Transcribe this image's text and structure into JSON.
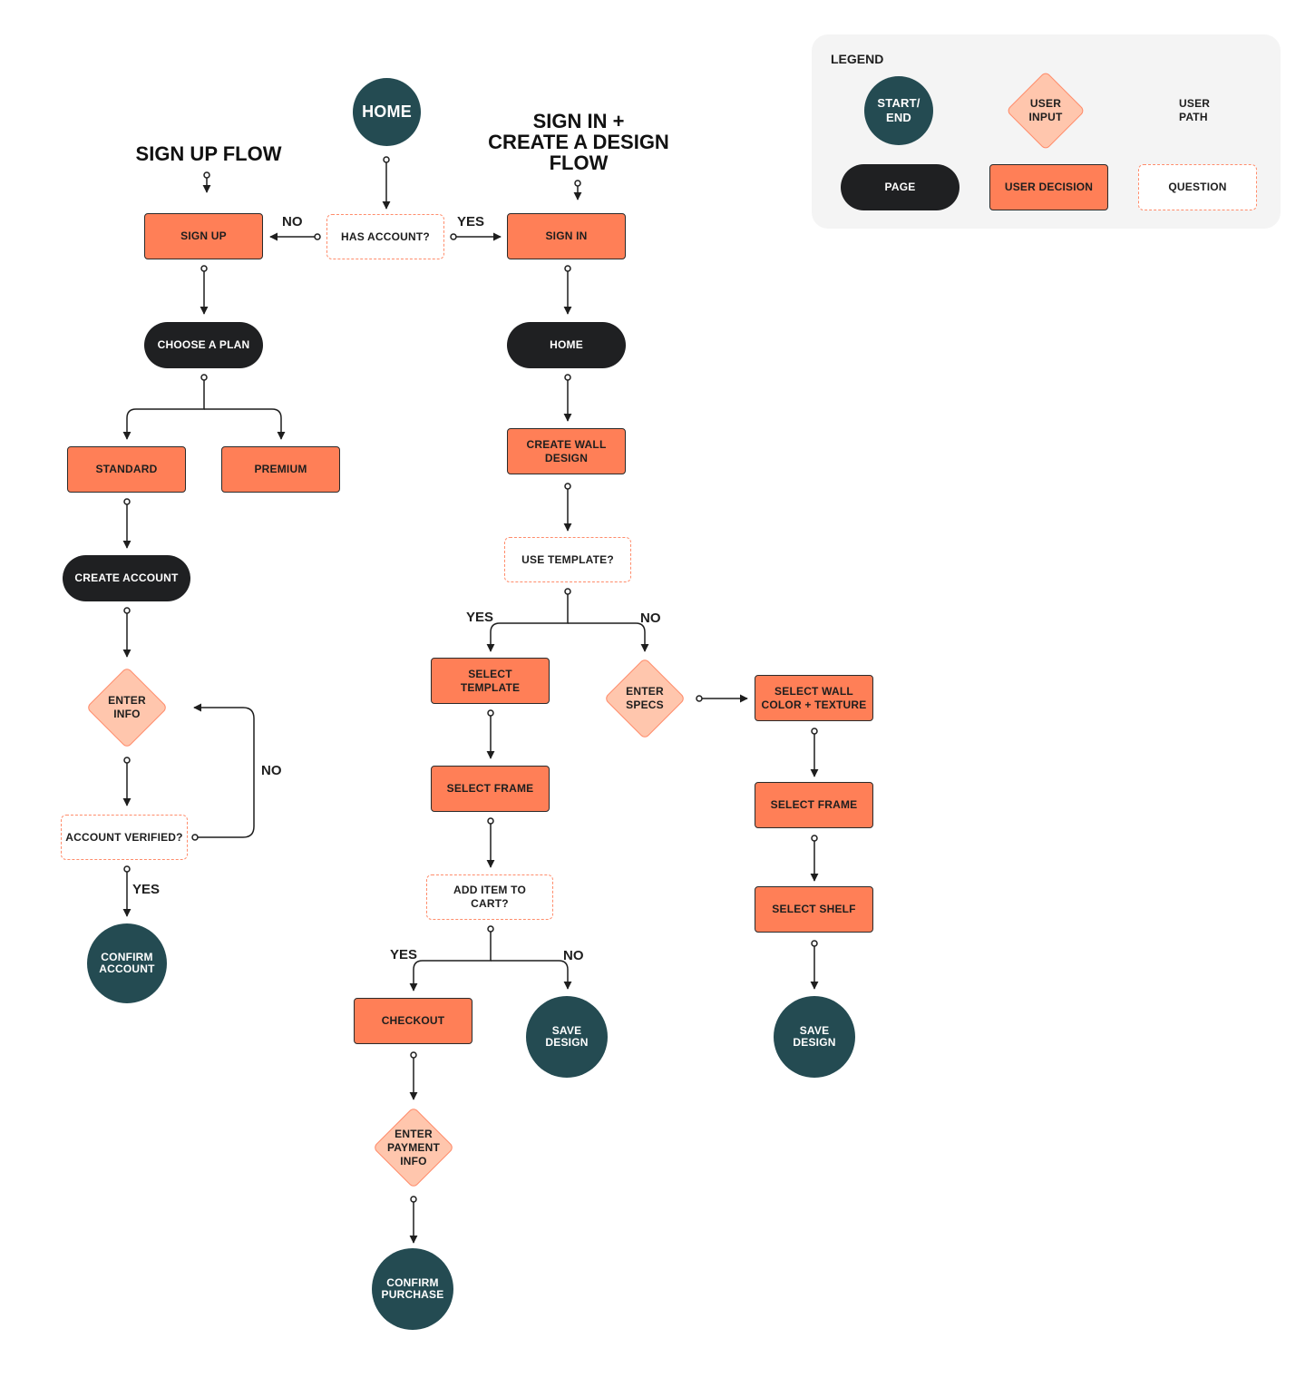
{
  "titles": {
    "sign_up": "SIGN UP FLOW",
    "sign_in": "SIGN IN +\nCREATE A DESIGN\nFLOW"
  },
  "nodes": {
    "home_start": "HOME",
    "has_account": "HAS ACCOUNT?",
    "sign_up": "SIGN UP",
    "sign_in": "SIGN IN",
    "choose_plan": "CHOOSE A PLAN",
    "standard": "STANDARD",
    "premium": "PREMIUM",
    "create_account": "CREATE ACCOUNT",
    "enter_info": "ENTER\nINFO",
    "account_verified": "ACCOUNT VERIFIED?",
    "confirm_account": "CONFIRM\nACCOUNT",
    "home_page": "HOME",
    "create_wall_design": "CREATE WALL\nDESIGN",
    "use_template": "USE TEMPLATE?",
    "select_template": "SELECT\nTEMPLATE",
    "enter_specs": "ENTER\nSPECS",
    "select_wall_color": "SELECT WALL\nCOLOR + TEXTURE",
    "select_frame_left": "SELECT FRAME",
    "select_frame_right": "SELECT FRAME",
    "add_item_to_cart": "ADD ITEM TO\nCART?",
    "select_shelf": "SELECT SHELF",
    "checkout": "CHECKOUT",
    "save_design_mid": "SAVE\nDESIGN",
    "save_design_right": "SAVE\nDESIGN",
    "enter_payment_info": "ENTER\nPAYMENT\nINFO",
    "confirm_purchase": "CONFIRM\nPURCHASE"
  },
  "edge_labels": {
    "no_signup": "NO",
    "yes_signin": "YES",
    "no_verified": "NO",
    "yes_verified": "YES",
    "yes_template": "YES",
    "no_template": "NO",
    "yes_cart": "YES",
    "no_cart": "NO"
  },
  "legend": {
    "title": "LEGEND",
    "start_end": "START/\nEND",
    "user_input": "USER\nINPUT",
    "user_path": "USER\nPATH",
    "page": "PAGE",
    "user_decision": "USER DECISION",
    "question": "QUESTION"
  },
  "colors": {
    "decision": "#ff7f57",
    "page": "#1f2022",
    "start_end": "#244b52",
    "user_input": "#ffc6ad",
    "question_border": "#ff8c6b",
    "line": "#1e1e1e"
  }
}
